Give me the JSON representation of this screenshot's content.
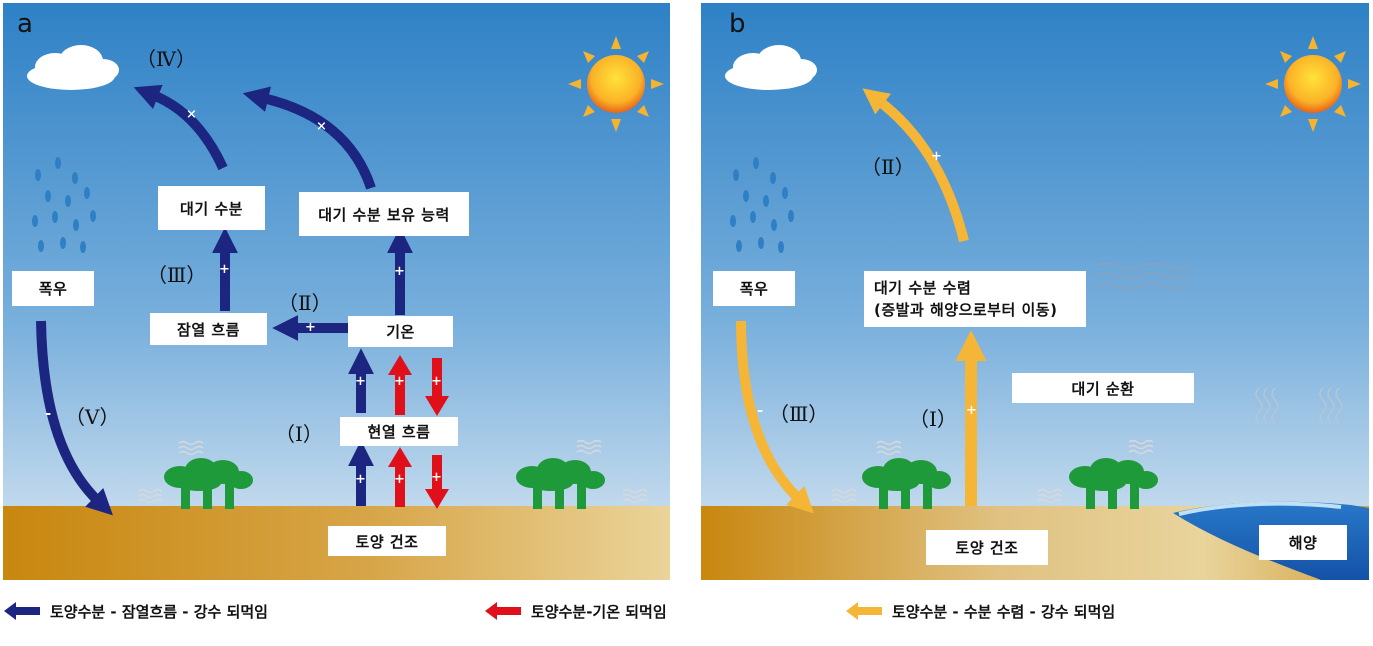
{
  "colors": {
    "navy_arrow": "#1c2580",
    "red_arrow": "#e0101a",
    "orange_arrow": "#f5b536",
    "sky_top": "#2e81c6",
    "sky_bottom": "#dde9f3",
    "soil_dark": "#c8870f",
    "soil_light": "#ead49a",
    "tree": "#1f9a3a",
    "rain": "#2f7fc4",
    "ocean": "#1a63b8"
  },
  "panel_a": {
    "letter": "a",
    "labels": {
      "atm_moisture": "대기 수분",
      "holding_capacity": "대기 수분 보유 능력",
      "heavy_rain": "폭우",
      "latent_flux": "잠열 흐름",
      "temperature": "기온",
      "sensible_flux": "현열 흐름",
      "soil_dry": "토양 건조"
    },
    "numerals": {
      "n1": "（Ⅰ）",
      "n2": "（Ⅱ）",
      "n3": "（Ⅲ）",
      "n4": "（Ⅳ）",
      "n5": "（Ⅴ）"
    },
    "signs": {
      "plus": "+",
      "minus": "-",
      "times": "×"
    }
  },
  "panel_b": {
    "letter": "b",
    "labels": {
      "heavy_rain": "폭우",
      "convergence_line1": "대기 수분 수렴",
      "convergence_line2": "(증발과 해양으로부터 이동)",
      "circulation": "대기 순환",
      "soil_dry": "토양 건조",
      "ocean": "해양"
    },
    "numerals": {
      "n1": "（Ⅰ）",
      "n2": "（Ⅱ）",
      "n3": "（Ⅲ）"
    },
    "signs": {
      "plus": "+",
      "minus": "-"
    }
  },
  "legend": {
    "item1": "토양수분 - 잠열흐름 - 강수 되먹임",
    "item2": "토양수분-기온 되먹임",
    "item3": "토양수분 - 수분 수렴 - 강수 되먹임"
  }
}
